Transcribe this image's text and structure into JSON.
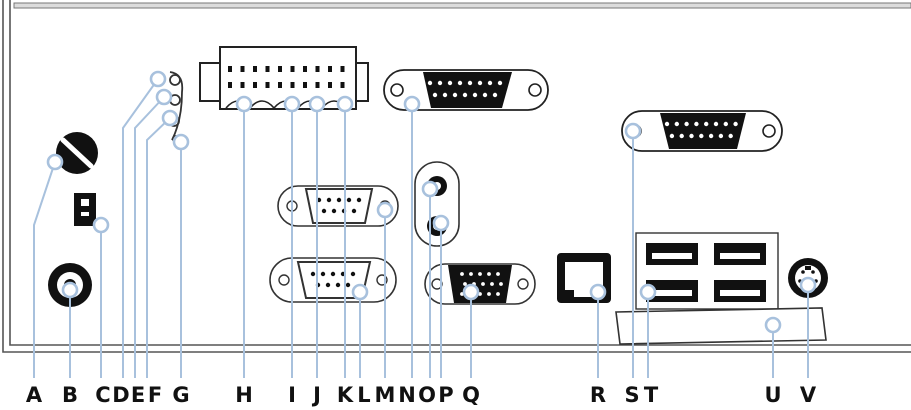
{
  "labels": [
    "A",
    "B",
    "C",
    "D",
    "E",
    "F",
    "G",
    "H",
    "I",
    "J",
    "K",
    "L",
    "M",
    "N",
    "O",
    "P",
    "Q",
    "R",
    "S",
    "T",
    "U",
    "V"
  ],
  "colors": {
    "callout": "#a8c1dd",
    "ink": "#111111",
    "panel_line": "#555555"
  }
}
